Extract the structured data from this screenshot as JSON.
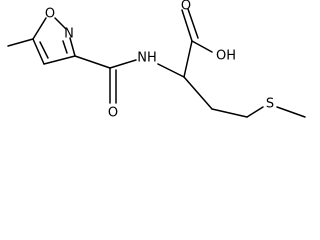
{
  "molecule": {
    "atoms": {
      "ring_oxygen": "O",
      "ring_nitrogen": "N",
      "amide_nitrogen": "NH",
      "amide_oxygen": "O",
      "carbonyl_oxygen": "O",
      "hydroxyl": "OH",
      "sulfur": "S"
    }
  }
}
